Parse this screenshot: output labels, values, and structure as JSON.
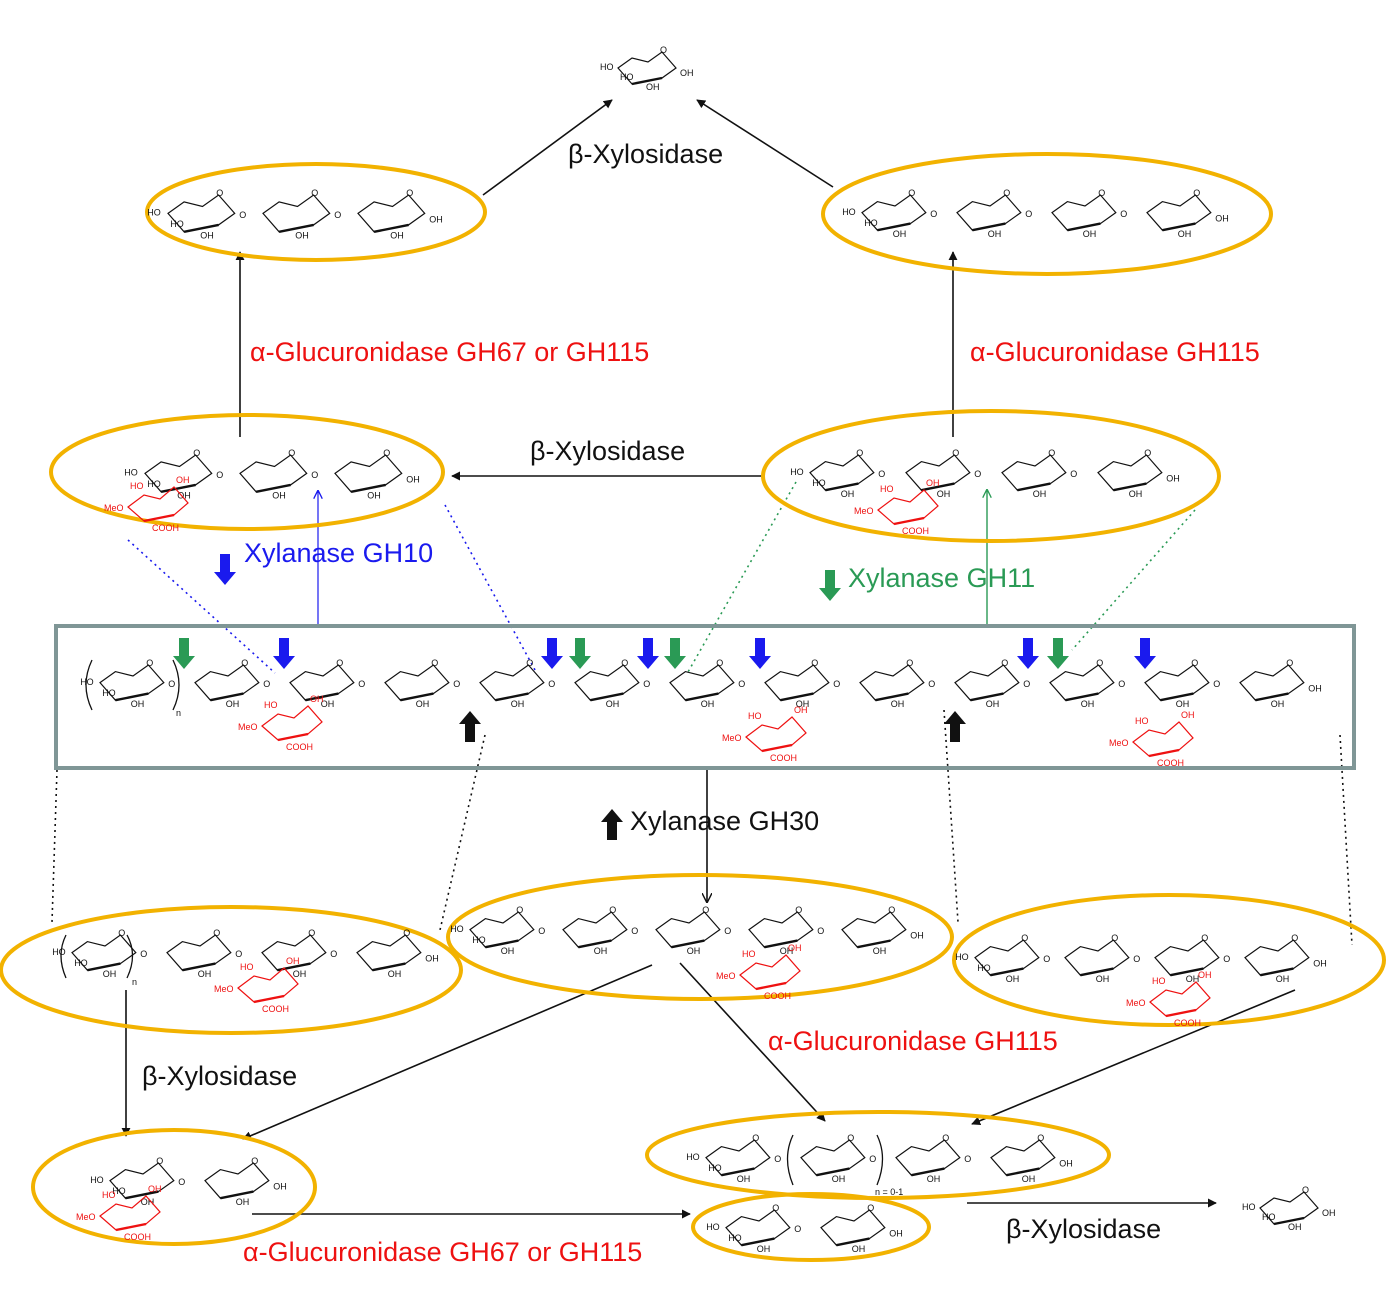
{
  "labels": {
    "beta_xylosidase_top": "β-Xylosidase",
    "beta_xylosidase_middle": "β-Xylosidase",
    "beta_xylosidase_lower_left": "β-Xylosidase",
    "beta_xylosidase_bottom_right": "β-Xylosidase",
    "glucuronidase_left": "α-Glucuronidase GH67 or GH115",
    "glucuronidase_right": "α-Glucuronidase GH115",
    "glucuronidase_middle": "α-Glucuronidase GH115",
    "glucuronidase_bottom": "α-Glucuronidase GH67 or GH115",
    "xylanase_gh10": "Xylanase GH10",
    "xylanase_gh11": "Xylanase GH11",
    "xylanase_gh30": "Xylanase GH30"
  },
  "subscripts": {
    "n_backbone": "n",
    "n_lower_left": "n",
    "n_range": "n = 0-1"
  },
  "atoms": {
    "ho": "HO",
    "oh": "OH",
    "o": "O",
    "meo": "MeO",
    "cooh": "COOH"
  },
  "colors": {
    "ellipse": "#f2b200",
    "box_border": "#7f9696",
    "red": "#ee1111",
    "blue": "#1a1aee",
    "green": "#2a9a55",
    "black": "#111111"
  }
}
